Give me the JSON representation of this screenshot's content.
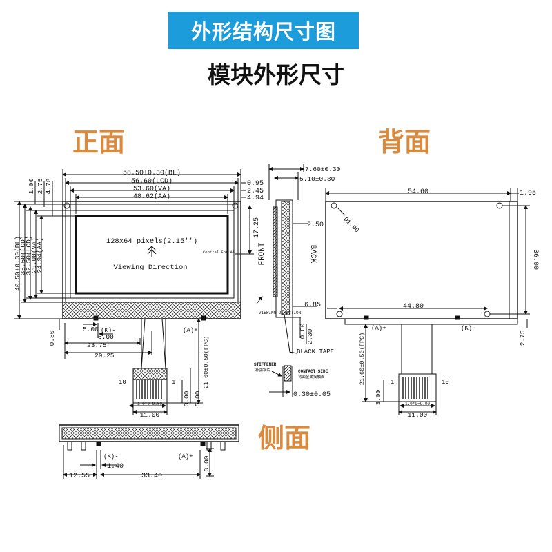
{
  "header": {
    "banner": "外形结构尺寸图",
    "subtitle": "模块外形尺寸"
  },
  "sections": {
    "front": "正面",
    "back": "背面",
    "side": "侧面"
  },
  "colors": {
    "banner_bg": "#1d9cdb",
    "section_label": "#d98a3c"
  },
  "front": {
    "h_dims": [
      "58.50±0.30(BL)",
      "56.60(LCD)",
      "53.60(VA)",
      "48.62(AA)"
    ],
    "right_dims": [
      "0.95",
      "2.45",
      "4.94",
      "17.25"
    ],
    "v_dims": [
      "40.50±0.30(BL)",
      "36.50(LCD)",
      "32.50(LCD)",
      "29.00(VA)",
      "24.94(AA)"
    ],
    "top_left_dims": [
      "1.00",
      "2.75",
      "4.78"
    ],
    "screen_text": "128x64 pixels(2.15'')",
    "viewing_text": "Viewing Direction",
    "center_text": "Central For AA",
    "pin_k": "(K)-",
    "pin_a": "(A)+",
    "bottom_dims": [
      "5.00",
      "5.00",
      "23.75",
      "29.25"
    ],
    "left_small": "0.80",
    "fpc_length": "21.60±0.50(FPC)",
    "pin_10": "10",
    "pin_1": "1",
    "pitch": "1.0*9=9.00",
    "fpc_width": "11.00",
    "fpc_h1": "3.00",
    "fpc_h2": "5.00"
  },
  "side_profile": {
    "top_dims": [
      "7.60±0.30",
      "5.10±0.30"
    ],
    "dim_250": "2.50",
    "front_label": "FRONT",
    "back_label": "BACK",
    "viewing_label": "VIEWING DIRECTION",
    "dim_685": "6.85",
    "dim_060": "0.60",
    "dim_230": "2.30",
    "black_tape": "BLACK TAPE",
    "stiffener": "STIFFENER",
    "stiffener_sub": "补强钢片",
    "contact_side": "CONTACT SIDE",
    "contact_sub": "背面金属接触面",
    "thickness": "0.30±0.05"
  },
  "back": {
    "width_dim": "54.60",
    "right_dim": "1.95",
    "hole": "Ø1.90",
    "height_dim": "36.00",
    "inner_dim": "44.80",
    "pin_a": "(A)+",
    "pin_k": "(K)-",
    "right_small": "2.75",
    "fpc_length": "21.60±0.50(FPC)",
    "pin_1": "1",
    "pin_10": "10",
    "pitch": "1.0*9=9.00",
    "fpc_width": "11.00",
    "fpc_h": "3.00"
  },
  "side": {
    "pin_k": "(K)-",
    "pin_a": "(A)+",
    "dim_140": "1.40",
    "dim_1255": "12.55",
    "dim_3340": "33.40",
    "dim_300": "3.00"
  }
}
